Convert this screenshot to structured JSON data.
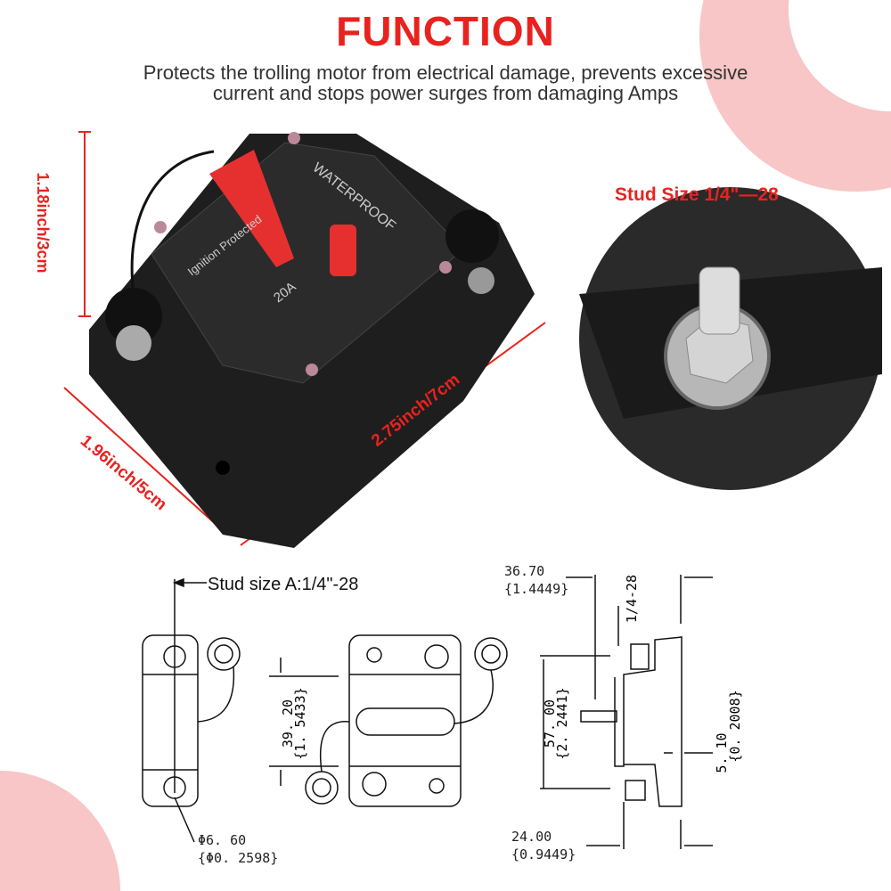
{
  "header": {
    "title": "FUNCTION",
    "description_line1": "Protects the trolling motor from electrical damage, prevents excessive",
    "description_line2": "current and stops power surges from damaging Amps"
  },
  "photo": {
    "height_label": "1.18inch/3cm",
    "width_label": "1.96inch/5cm",
    "length_label": "2.75inch/7cm",
    "stud_label": "Stud Size 1/4\"—28",
    "body_text_waterproof": "WATERPROOF",
    "body_text_ignition": "Ignition Protected",
    "body_text_rating": "20A"
  },
  "drawing": {
    "stud_size": "Stud size A:1/4\"-28",
    "hole_dia_mm": "Φ6. 60",
    "hole_dia_in": "{Φ0. 2598}",
    "spacing_mm": "39. 20",
    "spacing_in": "{1. 5433}",
    "width_mm": "36.70",
    "width_in": "{1.4449}",
    "stud_thread": "1/4-28",
    "height_mm": "57. 00",
    "height_in": "{2. 2441}",
    "depth_mm": "24.00",
    "depth_in": "{0.9449}",
    "offset_mm": "5. 10",
    "offset_in": "{0. 2008}"
  },
  "colors": {
    "accent": "#e8231f",
    "decor": "#f8c6c6"
  }
}
